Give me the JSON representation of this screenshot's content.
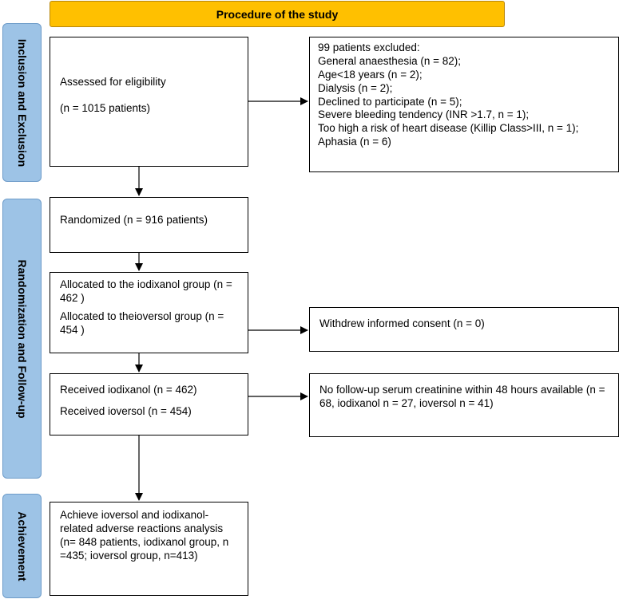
{
  "title": "Procedure of the study",
  "phases": {
    "inclusion": "Inclusion and Exclusion",
    "randomization": "Randomization and Follow-up",
    "achievement": "Achievement"
  },
  "boxes": {
    "assessed": {
      "line1": "Assessed for eligibility",
      "line2": "(n = 1015 patients)"
    },
    "excluded": {
      "header": "99    patients excluded:",
      "items": [
        "General anaesthesia (n = 82);",
        "Age<18 years (n = 2);",
        "Dialysis (n = 2);",
        "Declined to participate (n = 5);",
        "Severe bleeding tendency (INR >1.7, n = 1);",
        "Too high a risk of heart disease (Killip Class>III, n = 1);",
        "Aphasia (n = 6)"
      ]
    },
    "randomized": {
      "text": "Randomized (n = 916 patients)"
    },
    "allocated": {
      "line1": "Allocated to the iodixanol group (n = 462 )",
      "line2": "Allocated to theioversol group (n = 454 )"
    },
    "withdrew": {
      "text": "Withdrew informed consent (n = 0)"
    },
    "received": {
      "line1": "Received iodixanol (n = 462)",
      "line2": "Received ioversol (n = 454)"
    },
    "no_followup": {
      "text": "No follow-up serum creatinine within 48 hours available (n = 68, iodixanol n = 27, ioversol n = 41)"
    },
    "achieve": {
      "text": "Achieve ioversol   and iodixanol-related adverse reactions analysis (n= 848 patients, iodixanol group, n =435; ioversol group, n=413)"
    }
  },
  "colors": {
    "title_fill": "#FFC000",
    "phase_fill": "#9DC3E6"
  }
}
